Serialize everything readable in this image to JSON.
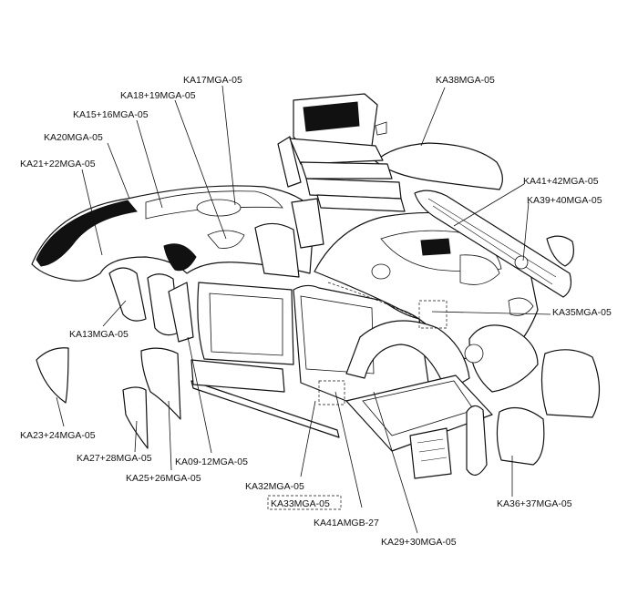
{
  "labels": {
    "ka38": "KA38MGA-05",
    "ka17": "KA17MGA-05",
    "ka18": "KA18+19MGA-05",
    "ka15": "KA15+16MGA-05",
    "ka20": "KA20MGA-05",
    "ka21": "KA21+22MGA-05",
    "ka41_42": "KA41+42MGA-05",
    "ka39": "KA39+40MGA-05",
    "ka35": "KA35MGA-05",
    "ka13": "KA13MGA-05",
    "ka23": "KA23+24MGA-05",
    "ka27": "KA27+28MGA-05",
    "ka25": "KA25+26MGA-05",
    "ka09": "KA09-12MGA-05",
    "ka32": "KA32MGA-05",
    "ka33": "KA33MGA-05",
    "ka41amgb": "KA41AMGB-27",
    "ka29": "KA29+30MGA-05",
    "ka36": "KA36+37MGA-05"
  }
}
